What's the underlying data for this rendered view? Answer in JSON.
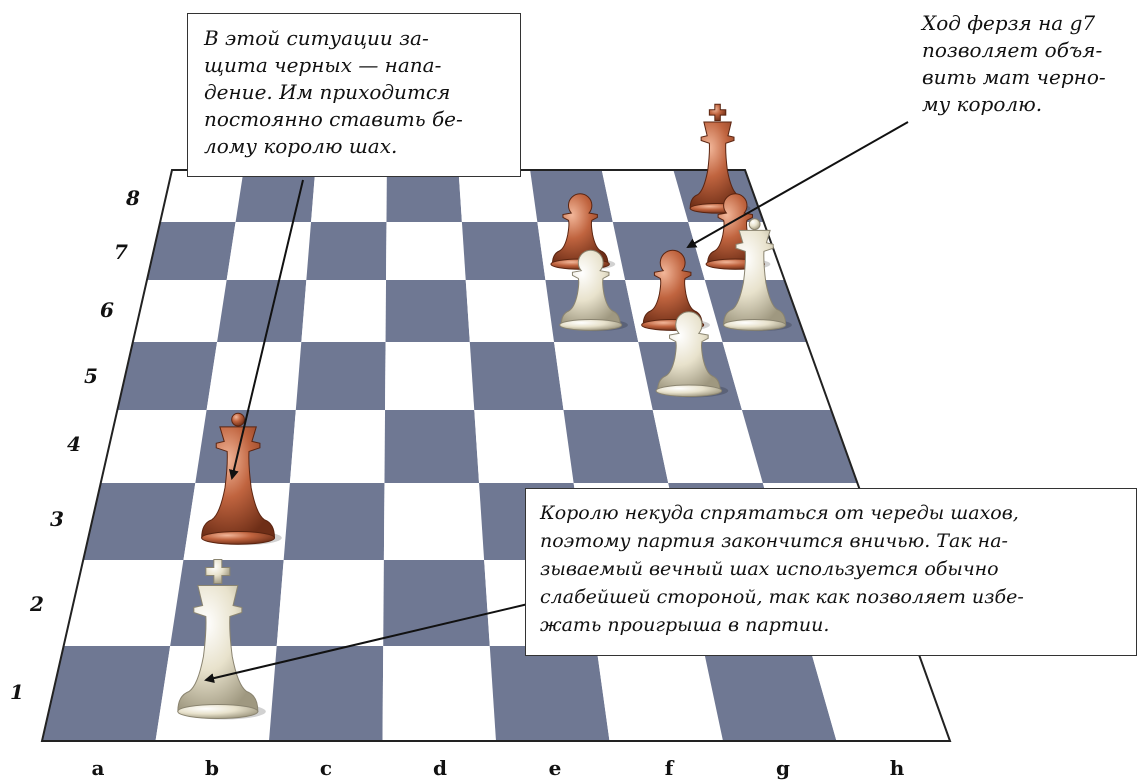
{
  "colors": {
    "light_square": "#ffffff",
    "dark_square": "#6f7893",
    "board_border": "#222222",
    "black_piece": "#c0643f",
    "white_piece": "#e8e2cc"
  },
  "board": {
    "ranks": [
      "1",
      "2",
      "3",
      "4",
      "5",
      "6",
      "7",
      "8"
    ],
    "files": [
      "a",
      "b",
      "c",
      "d",
      "e",
      "f",
      "g",
      "h"
    ]
  },
  "pieces": [
    {
      "type": "king",
      "color": "white",
      "square": "b1"
    },
    {
      "type": "queen",
      "color": "black",
      "square": "b3"
    },
    {
      "type": "king",
      "color": "black",
      "square": "h8"
    },
    {
      "type": "pawn",
      "color": "black",
      "square": "f7"
    },
    {
      "type": "pawn",
      "color": "black",
      "square": "h7"
    },
    {
      "type": "pawn",
      "color": "black",
      "square": "g6"
    },
    {
      "type": "pawn",
      "color": "white",
      "square": "f6"
    },
    {
      "type": "pawn",
      "color": "white",
      "square": "g5"
    },
    {
      "type": "queen",
      "color": "white",
      "square": "h6"
    }
  ],
  "callouts": {
    "top_left": {
      "lines": [
        "В этой ситуации за-",
        "щита черных — напа-",
        "дение. Им приходится",
        "постоянно ставить бе-",
        "лому королю шах."
      ]
    },
    "top_right": {
      "lines": [
        "Ход ферзя на g7",
        "позволяет объя-",
        "вить мат черно-",
        "му королю."
      ]
    },
    "bottom_right": {
      "lines": [
        "Королю некуда спрятаться от череды шахов,",
        "поэтому партия закончится вничью. Так на-",
        "зываемый вечный шах используется обычно",
        "слабейшей стороной, так как позволяет избе-",
        "жать проигрыша в партии."
      ]
    }
  }
}
